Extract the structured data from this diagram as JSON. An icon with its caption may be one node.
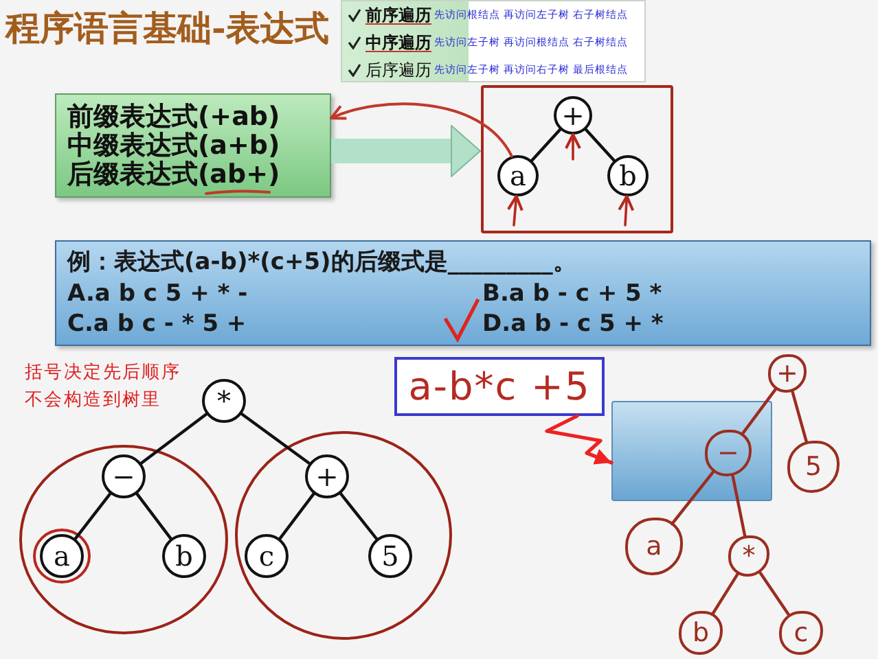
{
  "diagram": {
    "title": "程序语言基础-表达式",
    "nodes": [
      {
        "text": [
          "前序遍历",
          "先访问根结点 再访问左子树 右子树结点",
          "中序遍历",
          "先访问左子树 再访问根结点 右子树结点",
          "后序遍历",
          "先访问左子树 再访问右子树 最后根结点"
        ]
      },
      {
        "text": [
          "前缀表达式(+ab)",
          "中缀表达式(a+b)",
          "后缀表达式(ab+)"
        ]
      },
      {
        "text": [],
        "shape": "box"
      },
      {
        "text": [
          "+"
        ],
        "in": 2
      },
      {
        "text": [
          "a"
        ],
        "in": 2
      },
      {
        "text": [
          "b"
        ],
        "in": 2
      },
      {
        "text": [
          "例：表达式(a-b)*(c+5)的后缀式是_________。",
          "A.a b c 5 + * -",
          "B.a b - c + 5 *",
          "C.a b c - * 5 +",
          "D.a b - c 5 + *"
        ]
      },
      {
        "text": [
          "*"
        ]
      },
      {
        "text": [
          "−"
        ]
      },
      {
        "text": [
          "+"
        ]
      },
      {
        "text": [
          "a"
        ]
      },
      {
        "text": [
          "b"
        ]
      },
      {
        "text": [
          "c"
        ]
      },
      {
        "text": [
          "5"
        ]
      },
      {
        "text": [
          "a-b*c +5"
        ]
      },
      {
        "text": [],
        "shape": "box"
      },
      {
        "text": [
          "+"
        ]
      },
      {
        "text": [
          "−"
        ],
        "in": 15
      },
      {
        "text": [
          "5"
        ]
      },
      {
        "text": [
          "a"
        ]
      },
      {
        "text": [
          "*"
        ]
      },
      {
        "text": [
          "b"
        ]
      },
      {
        "text": [
          "c"
        ]
      }
    ],
    "edges": [
      {
        "from": 1,
        "to": 2,
        "arrow": "to",
        "style": "thick",
        "color": "#b3e0c9"
      },
      {
        "from": 3,
        "to": 4,
        "arrow": "none"
      },
      {
        "from": 3,
        "to": 5,
        "arrow": "none"
      },
      {
        "from": 4,
        "to": 1,
        "arrow": "to",
        "color": "#c0392b"
      },
      {
        "from": 7,
        "to": 8,
        "arrow": "none"
      },
      {
        "from": 7,
        "to": 9,
        "arrow": "none"
      },
      {
        "from": 8,
        "to": 10,
        "arrow": "none"
      },
      {
        "from": 8,
        "to": 11,
        "arrow": "none"
      },
      {
        "from": 9,
        "to": 12,
        "arrow": "none"
      },
      {
        "from": 9,
        "to": 13,
        "arrow": "none"
      },
      {
        "from": 14,
        "to": 15,
        "arrow": "to",
        "color": "#ee2222"
      },
      {
        "from": 16,
        "to": 17,
        "arrow": "none",
        "color": "#9b2d20"
      },
      {
        "from": 16,
        "to": 18,
        "arrow": "none",
        "color": "#9b2d20"
      },
      {
        "from": 17,
        "to": 19,
        "arrow": "none",
        "color": "#9b2d20"
      },
      {
        "from": 17,
        "to": 20,
        "arrow": "none",
        "color": "#9b2d20"
      },
      {
        "from": 20,
        "to": 21,
        "arrow": "none",
        "color": "#9b2d20"
      },
      {
        "from": 20,
        "to": 22,
        "arrow": "none",
        "color": "#9b2d20"
      },
      {
        "from": null,
        "to": 3,
        "arrow": "to",
        "color": "#b8281e"
      },
      {
        "from": null,
        "to": 4,
        "arrow": "to",
        "color": "#b8281e"
      },
      {
        "from": null,
        "to": 5,
        "arrow": "to",
        "color": "#b8281e"
      }
    ],
    "labels": [
      "括号决定先后顺序不会构造到树里"
    ]
  }
}
